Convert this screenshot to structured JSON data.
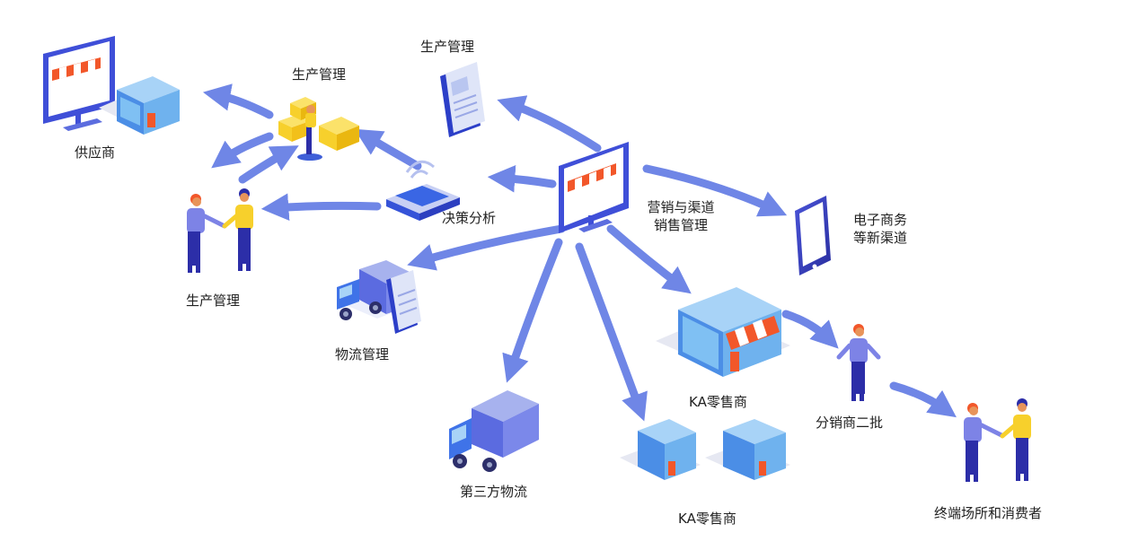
{
  "nodes": {
    "supplier": "供应商",
    "production_top": "生产管理",
    "production_docs": "生产管理",
    "production_people": "生产管理",
    "decision": "决策分析",
    "marketing_line1": "营销与渠道",
    "marketing_line2": "销售管理",
    "ecommerce_line1": "电子商务",
    "ecommerce_line2": "等新渠道",
    "logistics_mgmt": "物流管理",
    "third_party_logistics": "第三方物流",
    "ka_retail_main": "KA零售商",
    "ka_retail_bottom": "KA零售商",
    "distributor": "分销商二批",
    "terminal": "终端场所和消费者"
  },
  "colors": {
    "arrow": "#6f86e6",
    "blue": "#3f73e8",
    "light_blue": "#6fb2ee",
    "navy": "#2c2ea8",
    "yellow": "#f7d02c",
    "orange": "#f2572a",
    "purple": "#7d83e6",
    "text": "#222222"
  }
}
